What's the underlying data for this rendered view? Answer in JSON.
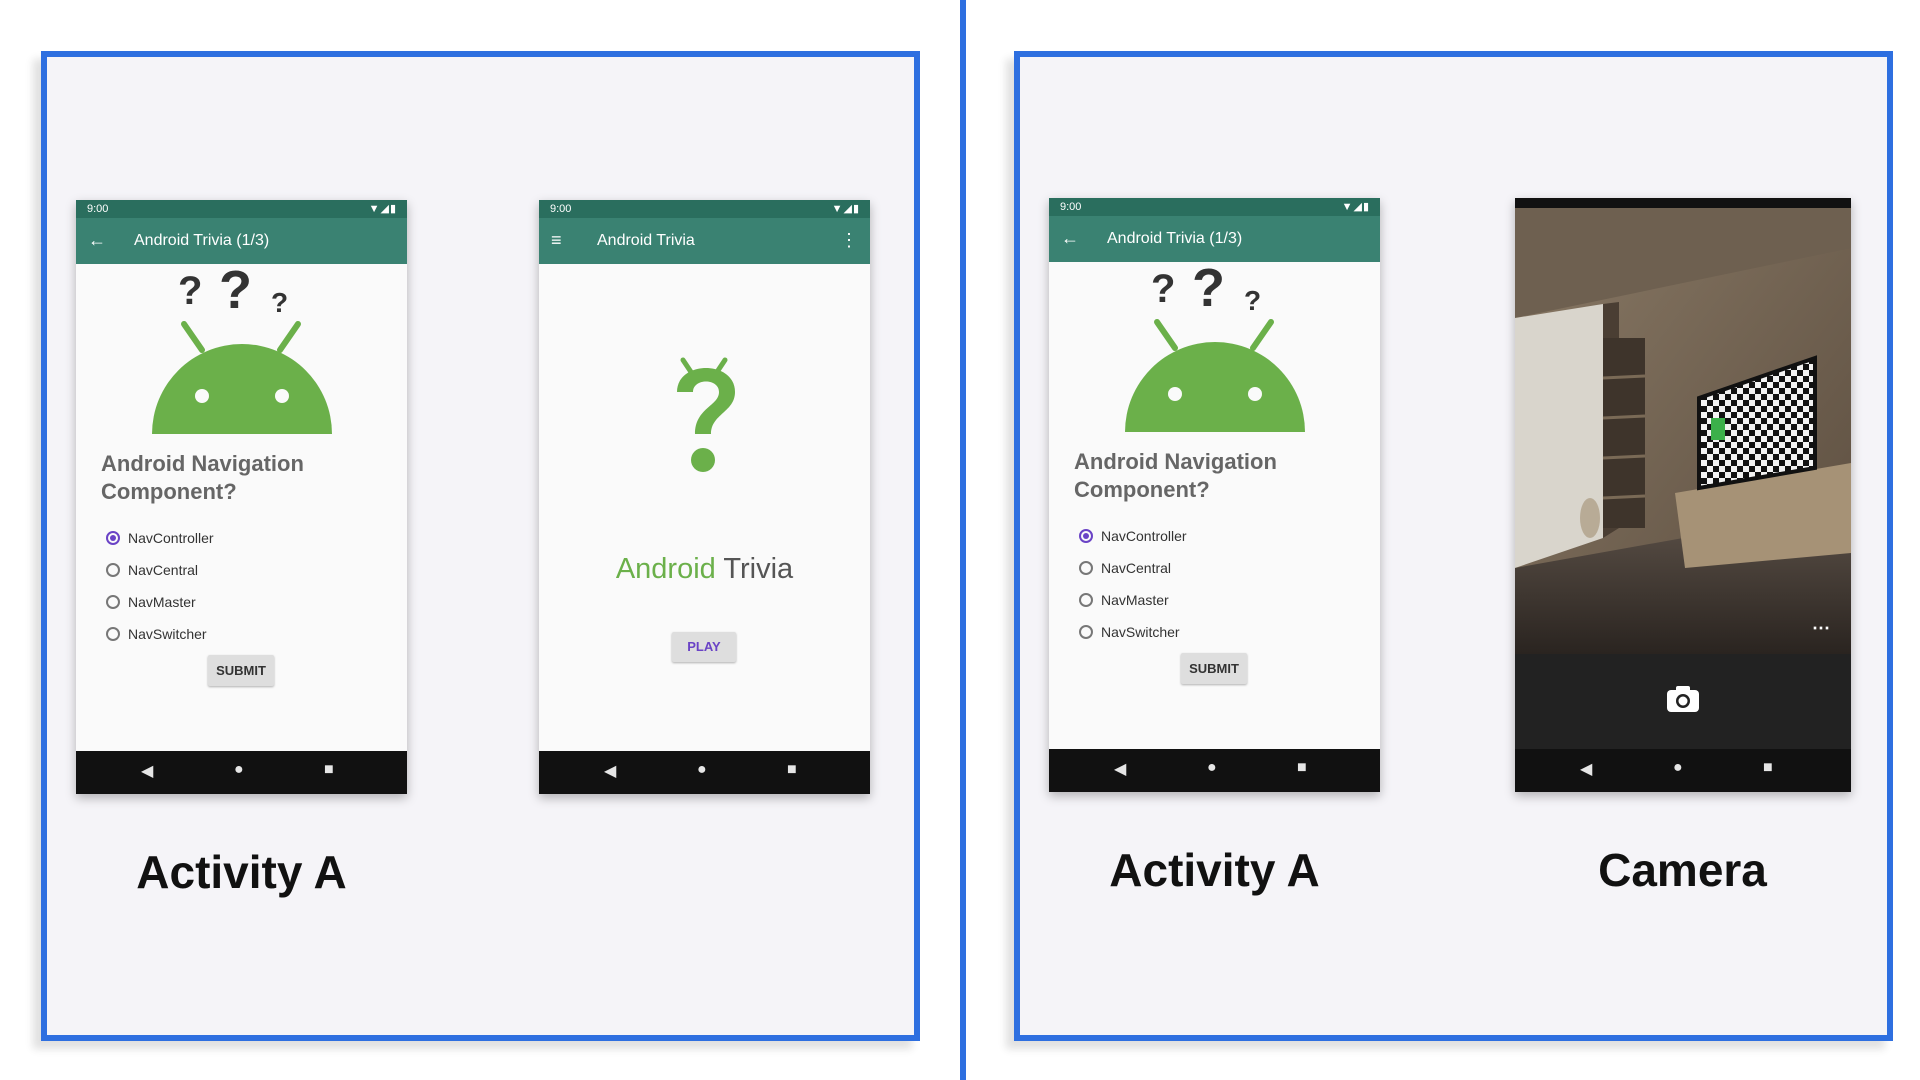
{
  "left_panel": {
    "caption": "Activity A",
    "trivia_phone": {
      "status_time": "9:00",
      "title": "Android Trivia (1/3)",
      "question": "Android Navigation Component?",
      "options": [
        {
          "label": "NavController",
          "selected": true
        },
        {
          "label": "NavCentral",
          "selected": false
        },
        {
          "label": "NavMaster",
          "selected": false
        },
        {
          "label": "NavSwitcher",
          "selected": false
        }
      ],
      "submit_label": "SUBMIT"
    },
    "title_phone": {
      "status_time": "9:00",
      "title": "Android Trivia",
      "brand_primary": "Android",
      "brand_secondary": "Trivia",
      "play_label": "PLAY"
    }
  },
  "right_panel": {
    "caption_left": "Activity A",
    "caption_right": "Camera",
    "trivia_phone": {
      "status_time": "9:00",
      "title": "Android Trivia (1/3)",
      "question": "Android Navigation Component?",
      "options": [
        {
          "label": "NavController",
          "selected": true
        },
        {
          "label": "NavCentral",
          "selected": false
        },
        {
          "label": "NavMaster",
          "selected": false
        },
        {
          "label": "NavSwitcher",
          "selected": false
        }
      ],
      "submit_label": "SUBMIT"
    }
  },
  "colors": {
    "panel_border": "#2e6fe0",
    "status_bar": "#2a6e5e",
    "app_bar": "#3a8272",
    "android_green": "#6bb04a",
    "radio_accent": "#6a43c6"
  },
  "icons": {
    "back": "arrow-left-icon",
    "menu": "hamburger-menu-icon",
    "overflow": "more-vertical-icon",
    "camera": "camera-icon"
  }
}
